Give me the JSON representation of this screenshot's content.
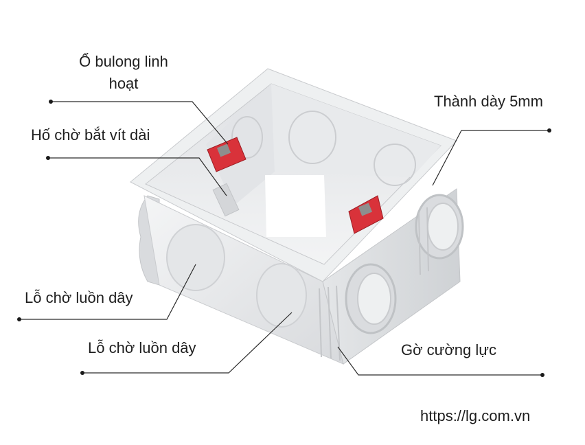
{
  "labels": {
    "bolt_socket": [
      "Ổ bulong linh",
      "hoạt"
    ],
    "screw_hole": "Hố chờ bắt vít dài",
    "wall_thickness": "Thành dày 5mm",
    "wire_hole_left": "Lỗ chờ luồn dây",
    "wire_hole_front": "Lỗ chờ luồn dây",
    "reinforced_rib": "Gờ cường lực"
  },
  "website": "https://lg.com.vn",
  "colors": {
    "box_body": "#e9eaec",
    "box_shadow": "#c9cbce",
    "bolt_socket": "#d9323a",
    "leader_line": "#2a2a2a"
  }
}
